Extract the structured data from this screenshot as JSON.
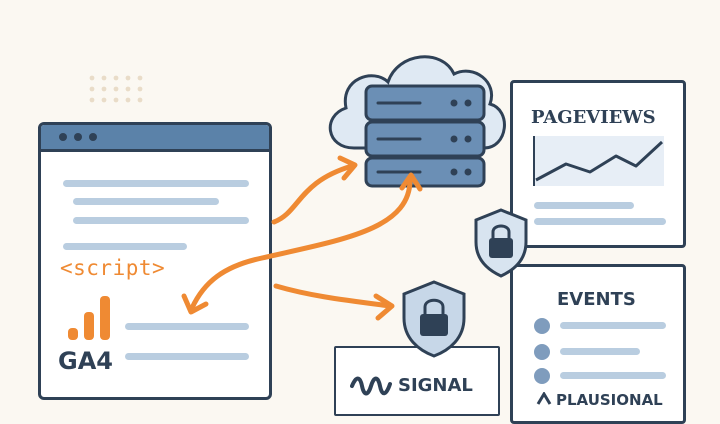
{
  "browser": {
    "code_text": "<script>",
    "product_label": "GA4"
  },
  "pageviews_panel": {
    "title": "PAGEVIEWS"
  },
  "events_panel": {
    "title": "EVENTS",
    "partial_brand": "PLAUSIONAL"
  },
  "signal_panel": {
    "title": "SIGNAL"
  },
  "icons": [
    "cloud-server-icon",
    "lock-shield-icon",
    "bar-chart-icon",
    "line-chart-icon",
    "wave-logo-icon"
  ],
  "colors": {
    "accent": "#ef8a33",
    "outline": "#2f4156",
    "fill_blue": "#5b82a9",
    "light_blue": "#b9cde0",
    "background": "#fbf8f2"
  }
}
